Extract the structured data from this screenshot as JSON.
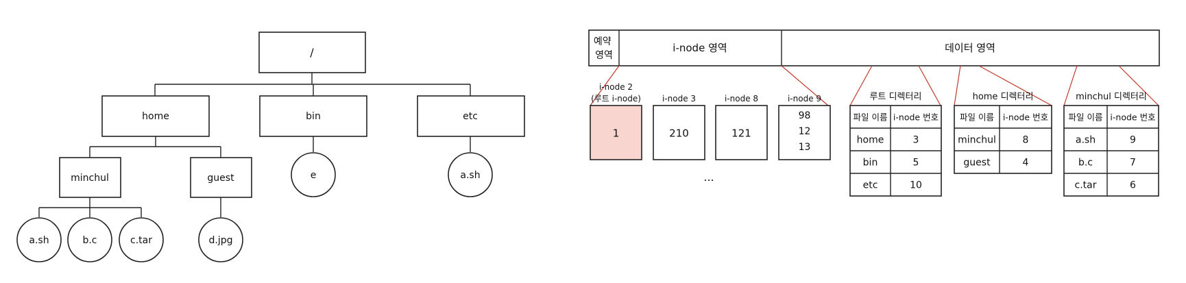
{
  "tree": {
    "root": {
      "label": "/"
    },
    "dirs": {
      "home": "home",
      "bin": "bin",
      "etc": "etc",
      "minchul": "minchul",
      "guest": "guest"
    },
    "files": {
      "e": "e",
      "etc_ash": "a.sh",
      "m_ash": "a.sh",
      "m_bc": "b.c",
      "m_ctar": "c.tar",
      "g_djpg": "d.jpg"
    }
  },
  "layout": {
    "reserved": "예약\n영역",
    "inode_area": "i-node 영역",
    "data_area": "데이터 영역"
  },
  "inodes": [
    {
      "label": "i-node 2",
      "sublabel": "(루트 i-node)",
      "values": [
        "1"
      ],
      "highlight": "#f9d5d0"
    },
    {
      "label": "i-node 3",
      "values": [
        "210"
      ]
    },
    {
      "label": "i-node 8",
      "values": [
        "121"
      ]
    },
    {
      "label": "i-node 9",
      "values": [
        "98",
        "12",
        "13"
      ]
    }
  ],
  "ellipsis": "...",
  "dir_tables": [
    {
      "title": "루트 디렉터리",
      "headers": [
        "파일 이름",
        "i-node 번호"
      ],
      "rows": [
        [
          "home",
          "3"
        ],
        [
          "bin",
          "5"
        ],
        [
          "etc",
          "10"
        ]
      ]
    },
    {
      "title": "home 디렉터리",
      "headers": [
        "파일 이름",
        "i-node 번호"
      ],
      "rows": [
        [
          "minchul",
          "8"
        ],
        [
          "guest",
          "4"
        ]
      ]
    },
    {
      "title": "minchul 디렉터리",
      "headers": [
        "파일 이름",
        "i-node 번호"
      ],
      "rows": [
        [
          "a.sh",
          "9"
        ],
        [
          "b.c",
          "7"
        ],
        [
          "c.tar",
          "6"
        ]
      ]
    }
  ],
  "colors": {
    "line": "#222222",
    "connector": "#c0392b",
    "highlight": "#f9d5d0"
  }
}
